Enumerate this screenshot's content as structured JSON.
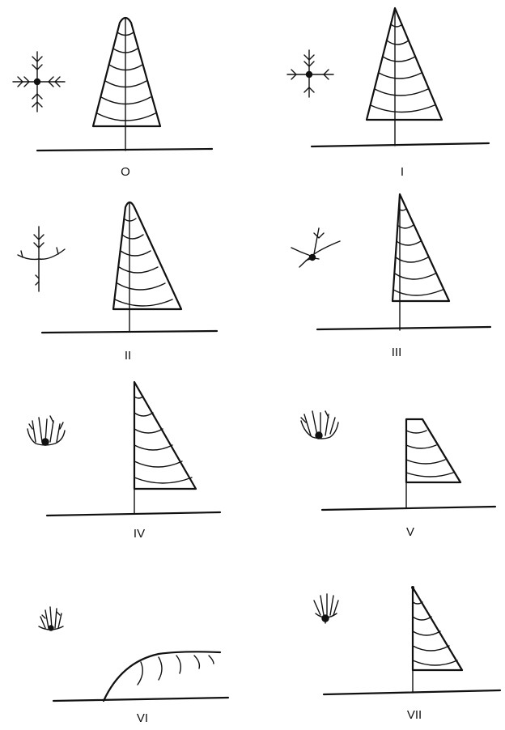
{
  "panels": [
    {
      "label": "O"
    },
    {
      "label": "I"
    },
    {
      "label": "II"
    },
    {
      "label": "III"
    },
    {
      "label": "IV"
    },
    {
      "label": "V"
    },
    {
      "label": "VI"
    },
    {
      "label": "VII"
    }
  ]
}
